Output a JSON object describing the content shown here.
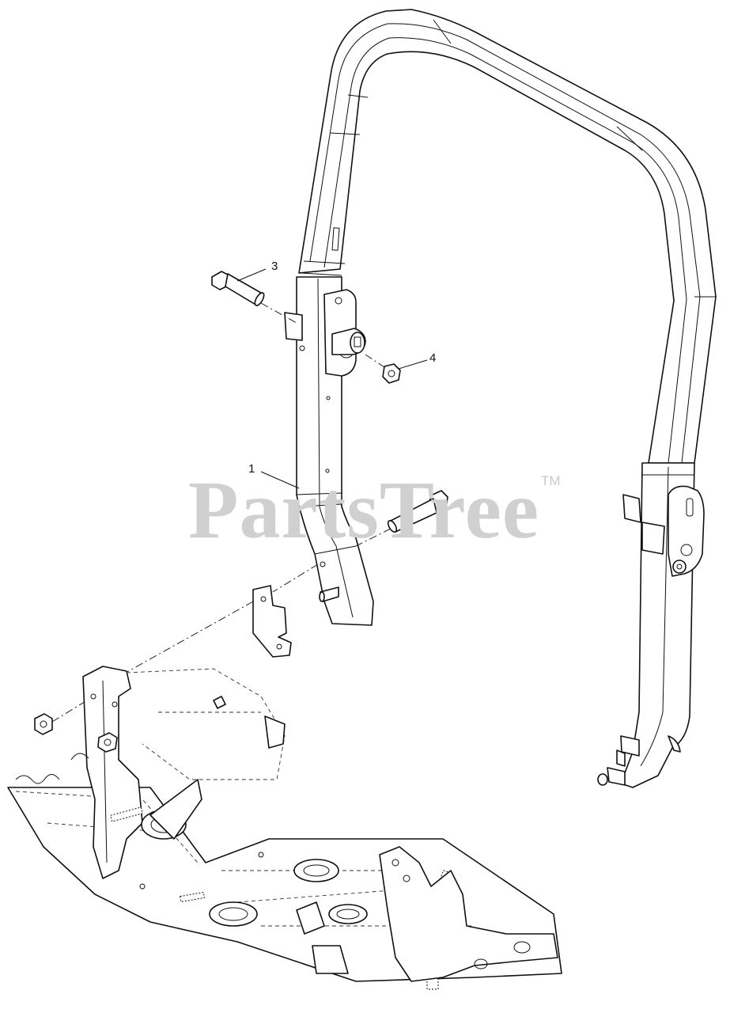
{
  "watermark": {
    "brand": "PartsTree",
    "trademark": "TM"
  },
  "callouts": [
    {
      "id": "callout-1",
      "label": "1"
    },
    {
      "id": "callout-3",
      "label": "3"
    },
    {
      "id": "callout-4",
      "label": "4"
    }
  ],
  "icons": [
    "roll-bar-icon",
    "bolt-icon",
    "nut-icon",
    "spacer-plate-icon",
    "frame-icon"
  ],
  "colors": {
    "line": "#111111",
    "watermark": "#d0d0d0",
    "background": "#ffffff"
  }
}
